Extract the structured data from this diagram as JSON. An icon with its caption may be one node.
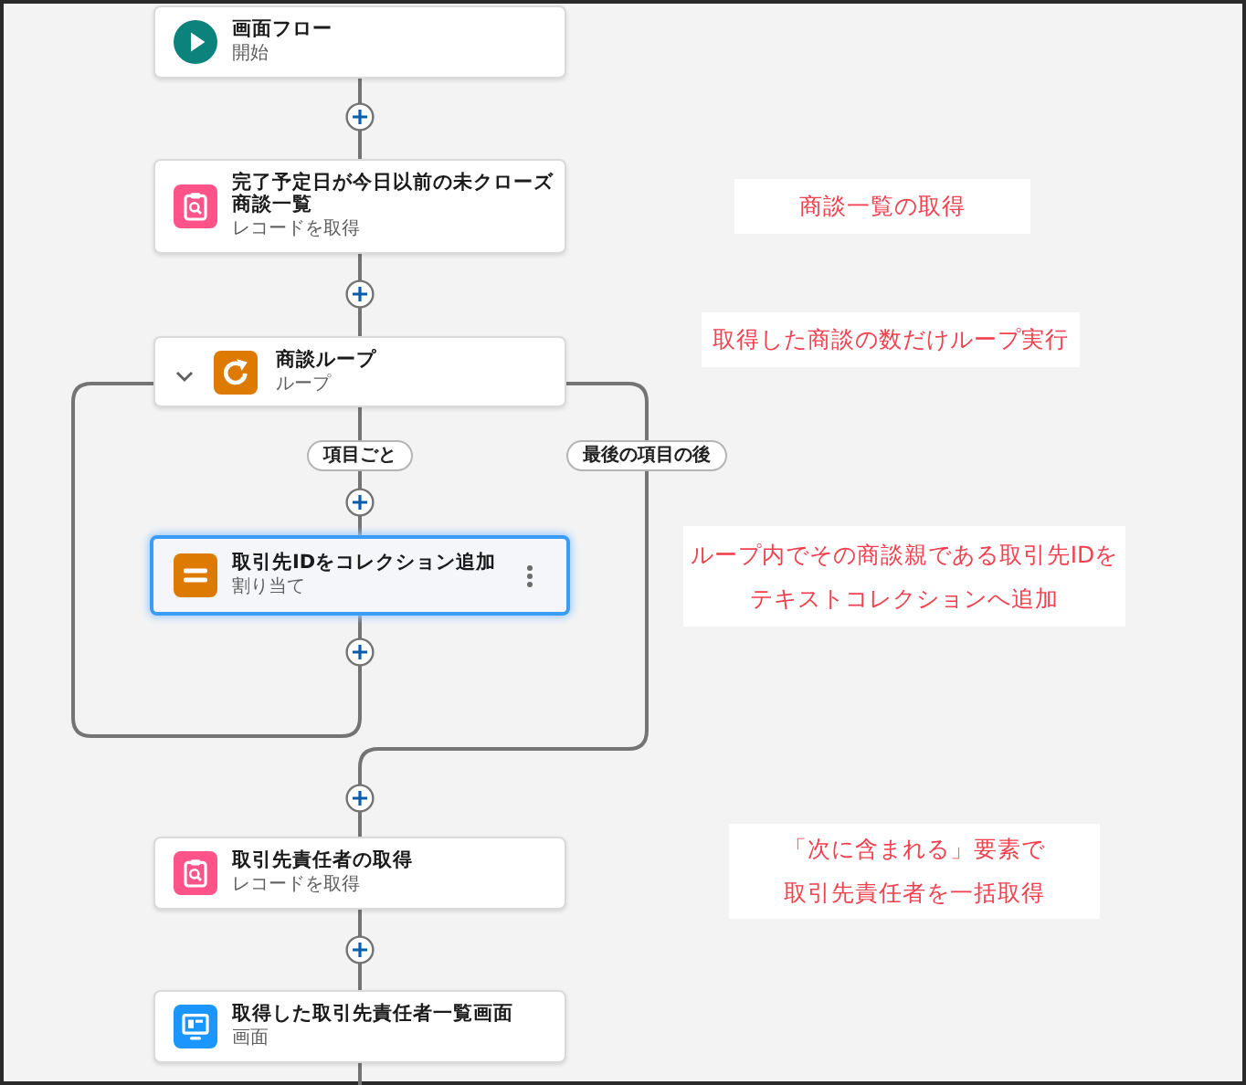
{
  "diagram": {
    "nodes": [
      {
        "text": [
          "画面フロー",
          "開始"
        ]
      },
      {
        "text": [
          "完了予定日が今日以前の未クローズ商談一覧",
          "レコードを取得"
        ]
      },
      {
        "text": [
          "商談一覧の取得"
        ]
      },
      {
        "text": [
          "商談ループ",
          "ループ"
        ]
      },
      {
        "text": [
          "取得した商談の数だけループ実行"
        ]
      },
      {
        "text": [
          "取引先IDをコレクション追加",
          "割り当て"
        ]
      },
      {
        "text": [
          "ループ内でその商談親である取引先IDをテキストコレクションへ追加"
        ]
      },
      {
        "text": [
          "取引先責任者の取得",
          "レコードを取得"
        ]
      },
      {
        "text": [
          "「次に含まれる」要素で取引先責任者を一括取得"
        ]
      },
      {
        "text": [
          "取得した取引先責任者一覧画面",
          "画面"
        ]
      }
    ],
    "edges": [
      {
        "from": 0,
        "to": 1,
        "arrow": "none"
      },
      {
        "from": 1,
        "to": 3,
        "arrow": "none"
      },
      {
        "from": 3,
        "to": 5,
        "arrow": "none",
        "label": "項目ごと"
      },
      {
        "from": 5,
        "to": 3,
        "arrow": "none"
      },
      {
        "from": 3,
        "to": 7,
        "arrow": "none",
        "label": "最後の項目の後"
      },
      {
        "from": 7,
        "to": 9,
        "arrow": "none"
      },
      {
        "from": 9,
        "to": null,
        "arrow": "none"
      }
    ]
  }
}
